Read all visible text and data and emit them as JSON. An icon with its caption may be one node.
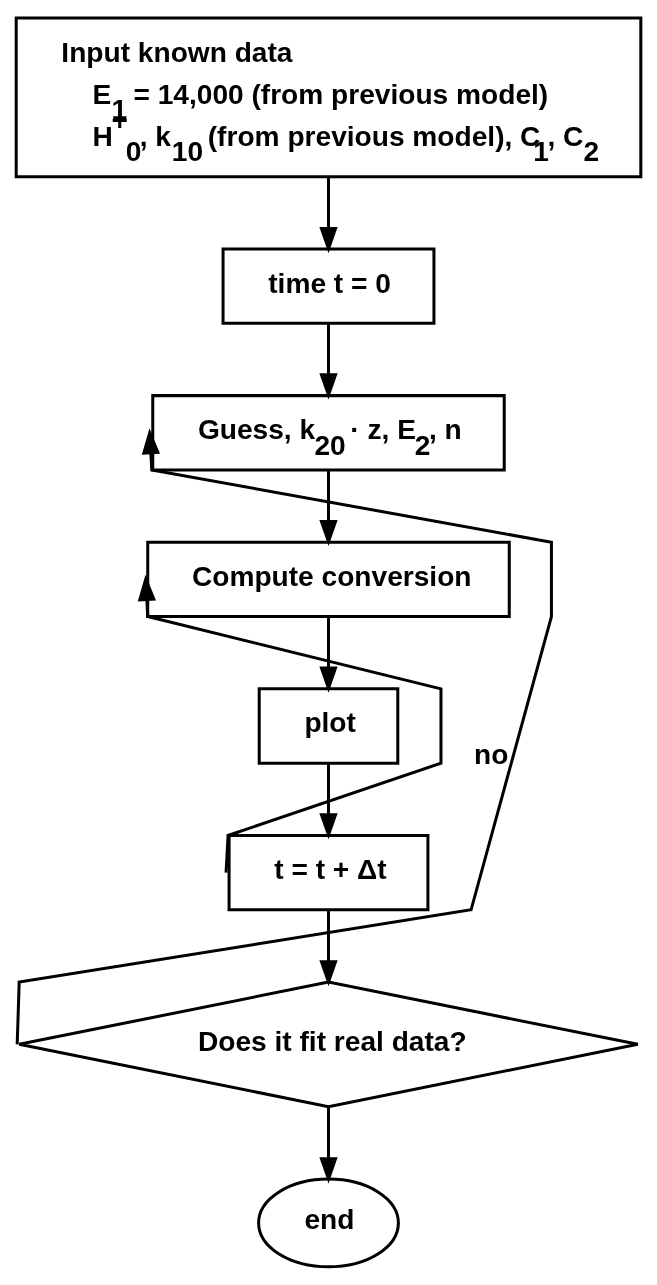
{
  "diagram": {
    "nodes": [
      {
        "text": [
          "Input known data",
          "E$_{1}$ = 14,000 (from previous model)",
          "H$^{+}$$_{0}$, k$_{10}$ (from previous model), C$_{1}$, C$_{2}$"
        ]
      },
      {
        "text": [
          "time t = 0"
        ]
      },
      {
        "text": [
          "Guess, k$_{20}$ · z, E$_{2}$, n"
        ]
      },
      {
        "text": [
          "Compute conversion"
        ]
      },
      {
        "text": [
          "plot"
        ]
      },
      {
        "text": [
          "t = t + Δt"
        ]
      },
      {
        "text": [
          "Does it fit real data?"
        ]
      },
      {
        "text": [
          "end"
        ]
      }
    ],
    "edges": [
      {
        "from": 0,
        "to": 1,
        "arrow": "to"
      },
      {
        "from": 1,
        "to": 2,
        "arrow": "to"
      },
      {
        "from": 2,
        "to": 3,
        "arrow": "to"
      },
      {
        "from": 3,
        "to": 4,
        "arrow": "to"
      },
      {
        "from": 4,
        "to": 5,
        "arrow": "to"
      },
      {
        "from": 5,
        "to": 3,
        "arrow": "to"
      },
      {
        "from": 5,
        "to": 6,
        "arrow": "to"
      },
      {
        "from": 6,
        "to": 2,
        "label": "no",
        "arrow": "to"
      },
      {
        "from": 6,
        "to": 7,
        "arrow": "to"
      }
    ]
  }
}
